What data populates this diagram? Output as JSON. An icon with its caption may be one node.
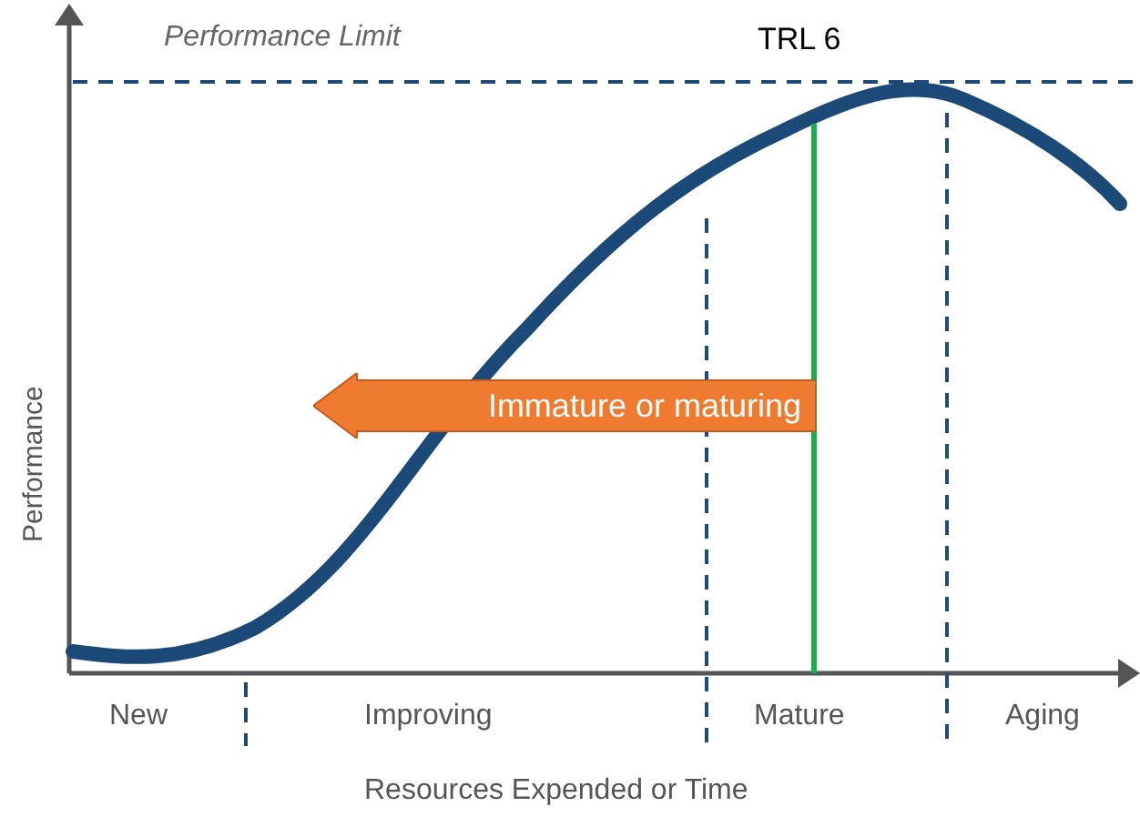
{
  "diagram": {
    "nodes": [
      {
        "text": [
          "Immature or maturing"
        ]
      }
    ],
    "labels": [
      "Performance Limit",
      "TRL 6",
      "Performance",
      "New",
      "Improving",
      "Mature",
      "Aging",
      "Resources Expended or Time"
    ]
  }
}
